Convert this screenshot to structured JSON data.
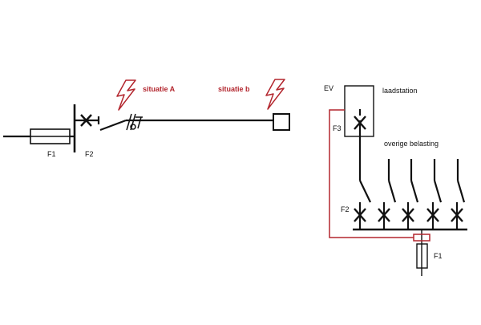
{
  "colors": {
    "line": "#111111",
    "accent": "#b3262e"
  },
  "left": {
    "fuse_label": "F1",
    "breaker_label": "F2",
    "situation_a": "situatie A",
    "situation_b": "situatie b"
  },
  "right": {
    "ev_label": "EV",
    "station_label": "laadstation",
    "station_breaker_label": "F3",
    "loads_label": "overige belasting",
    "breakers_label": "F2",
    "main_fuse_label": "F1"
  },
  "icons": {
    "lightning_a": "lightning-icon",
    "lightning_b": "lightning-icon"
  }
}
